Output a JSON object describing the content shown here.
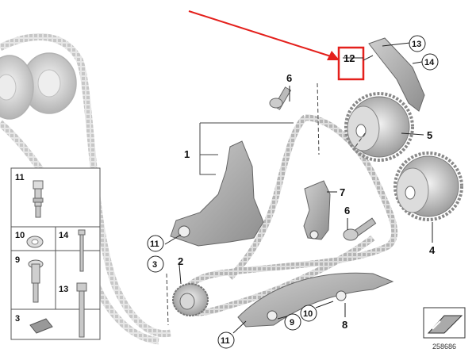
{
  "diagram_id": "258686",
  "callouts": {
    "c1": "1",
    "c2": "2",
    "c3": "3",
    "c4": "4",
    "c5": "5",
    "c6a": "6",
    "c6b": "6",
    "c7": "7",
    "c8": "8",
    "c9": "9",
    "c10": "10",
    "c11a": "11",
    "c11b": "11",
    "c12": "12",
    "c13": "13",
    "c14": "14"
  },
  "legend": {
    "r1": "11",
    "r2a": "10",
    "r2b": "14",
    "r3a": "9",
    "r3b": "13",
    "r4": "3"
  },
  "colors": {
    "highlight": "#e4201c",
    "part": "#9a9a9a",
    "chain": "#c8c8c8"
  }
}
